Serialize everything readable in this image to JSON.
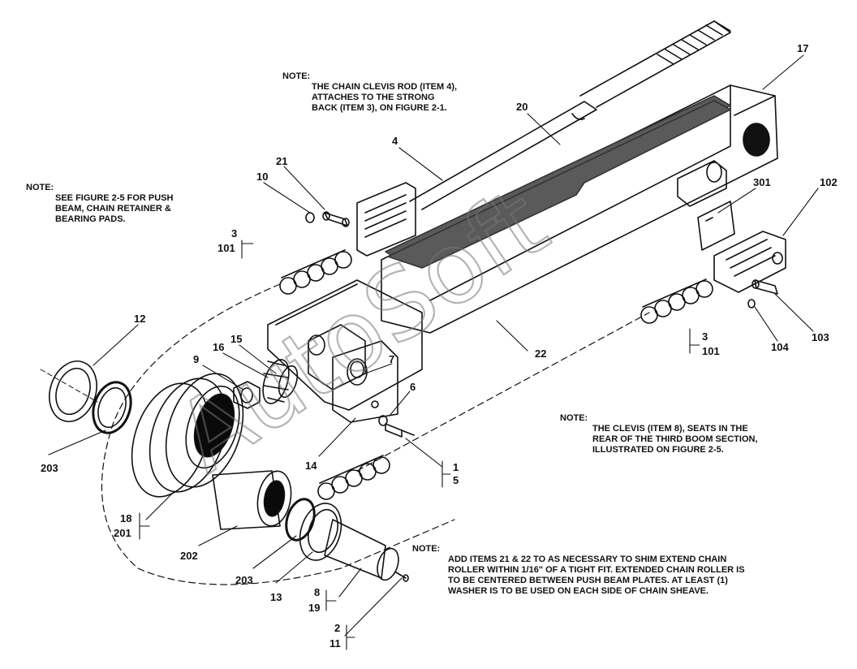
{
  "notes": {
    "top": {
      "heading": "NOTE:",
      "lines": [
        "THE CHAIN CLEVIS ROD (ITEM 4),",
        "ATTACHES TO THE STRONG",
        "BACK (ITEM 3), ON FIGURE 2-1."
      ]
    },
    "left": {
      "heading": "NOTE:",
      "lines": [
        "SEE FIGURE 2-5 FOR PUSH",
        "BEAM, CHAIN RETAINER &",
        "BEARING PADS."
      ]
    },
    "right": {
      "heading": "NOTE:",
      "lines": [
        "THE CLEVIS (ITEM 8), SEATS IN THE",
        "REAR OF THE THIRD BOOM SECTION,",
        "ILLUSTRATED ON FIGURE 2-5."
      ]
    },
    "bottom": {
      "heading": "NOTE:",
      "lines": [
        "ADD ITEMS 21 & 22 TO AS NECESSARY TO SHIM EXTEND CHAIN",
        "ROLLER WITHIN 1/16\" OF A TIGHT FIT. EXTENDED CHAIN ROLLER IS",
        "TO BE CENTERED BETWEEN PUSH BEAM PLATES. AT LEAST (1)",
        "WASHER IS TO BE USED ON EACH SIDE OF CHAIN SHEAVE."
      ]
    }
  },
  "callouts": {
    "c17": "17",
    "c20": "20",
    "c4": "4",
    "c21": "21",
    "c10": "10",
    "c3a": "3",
    "c101a": "101",
    "c301": "301",
    "c102": "102",
    "c103": "103",
    "c104": "104",
    "c3b": "3",
    "c101b": "101",
    "c22": "22",
    "c12": "12",
    "c15": "15",
    "c16": "16",
    "c9": "9",
    "c7": "7",
    "c6": "6",
    "c1": "1",
    "c5": "5",
    "c14": "14",
    "c203a": "203",
    "c18": "18",
    "c201": "201",
    "c202": "202",
    "c203b": "203",
    "c13": "13",
    "c8": "8",
    "c19": "19",
    "c2": "2",
    "c11": "11"
  },
  "watermark": "AutoSoft",
  "colors": {
    "ink": "#111111",
    "pad": "#5a5a5a",
    "bore": "#0a0a0a",
    "watermark": "#777777"
  }
}
